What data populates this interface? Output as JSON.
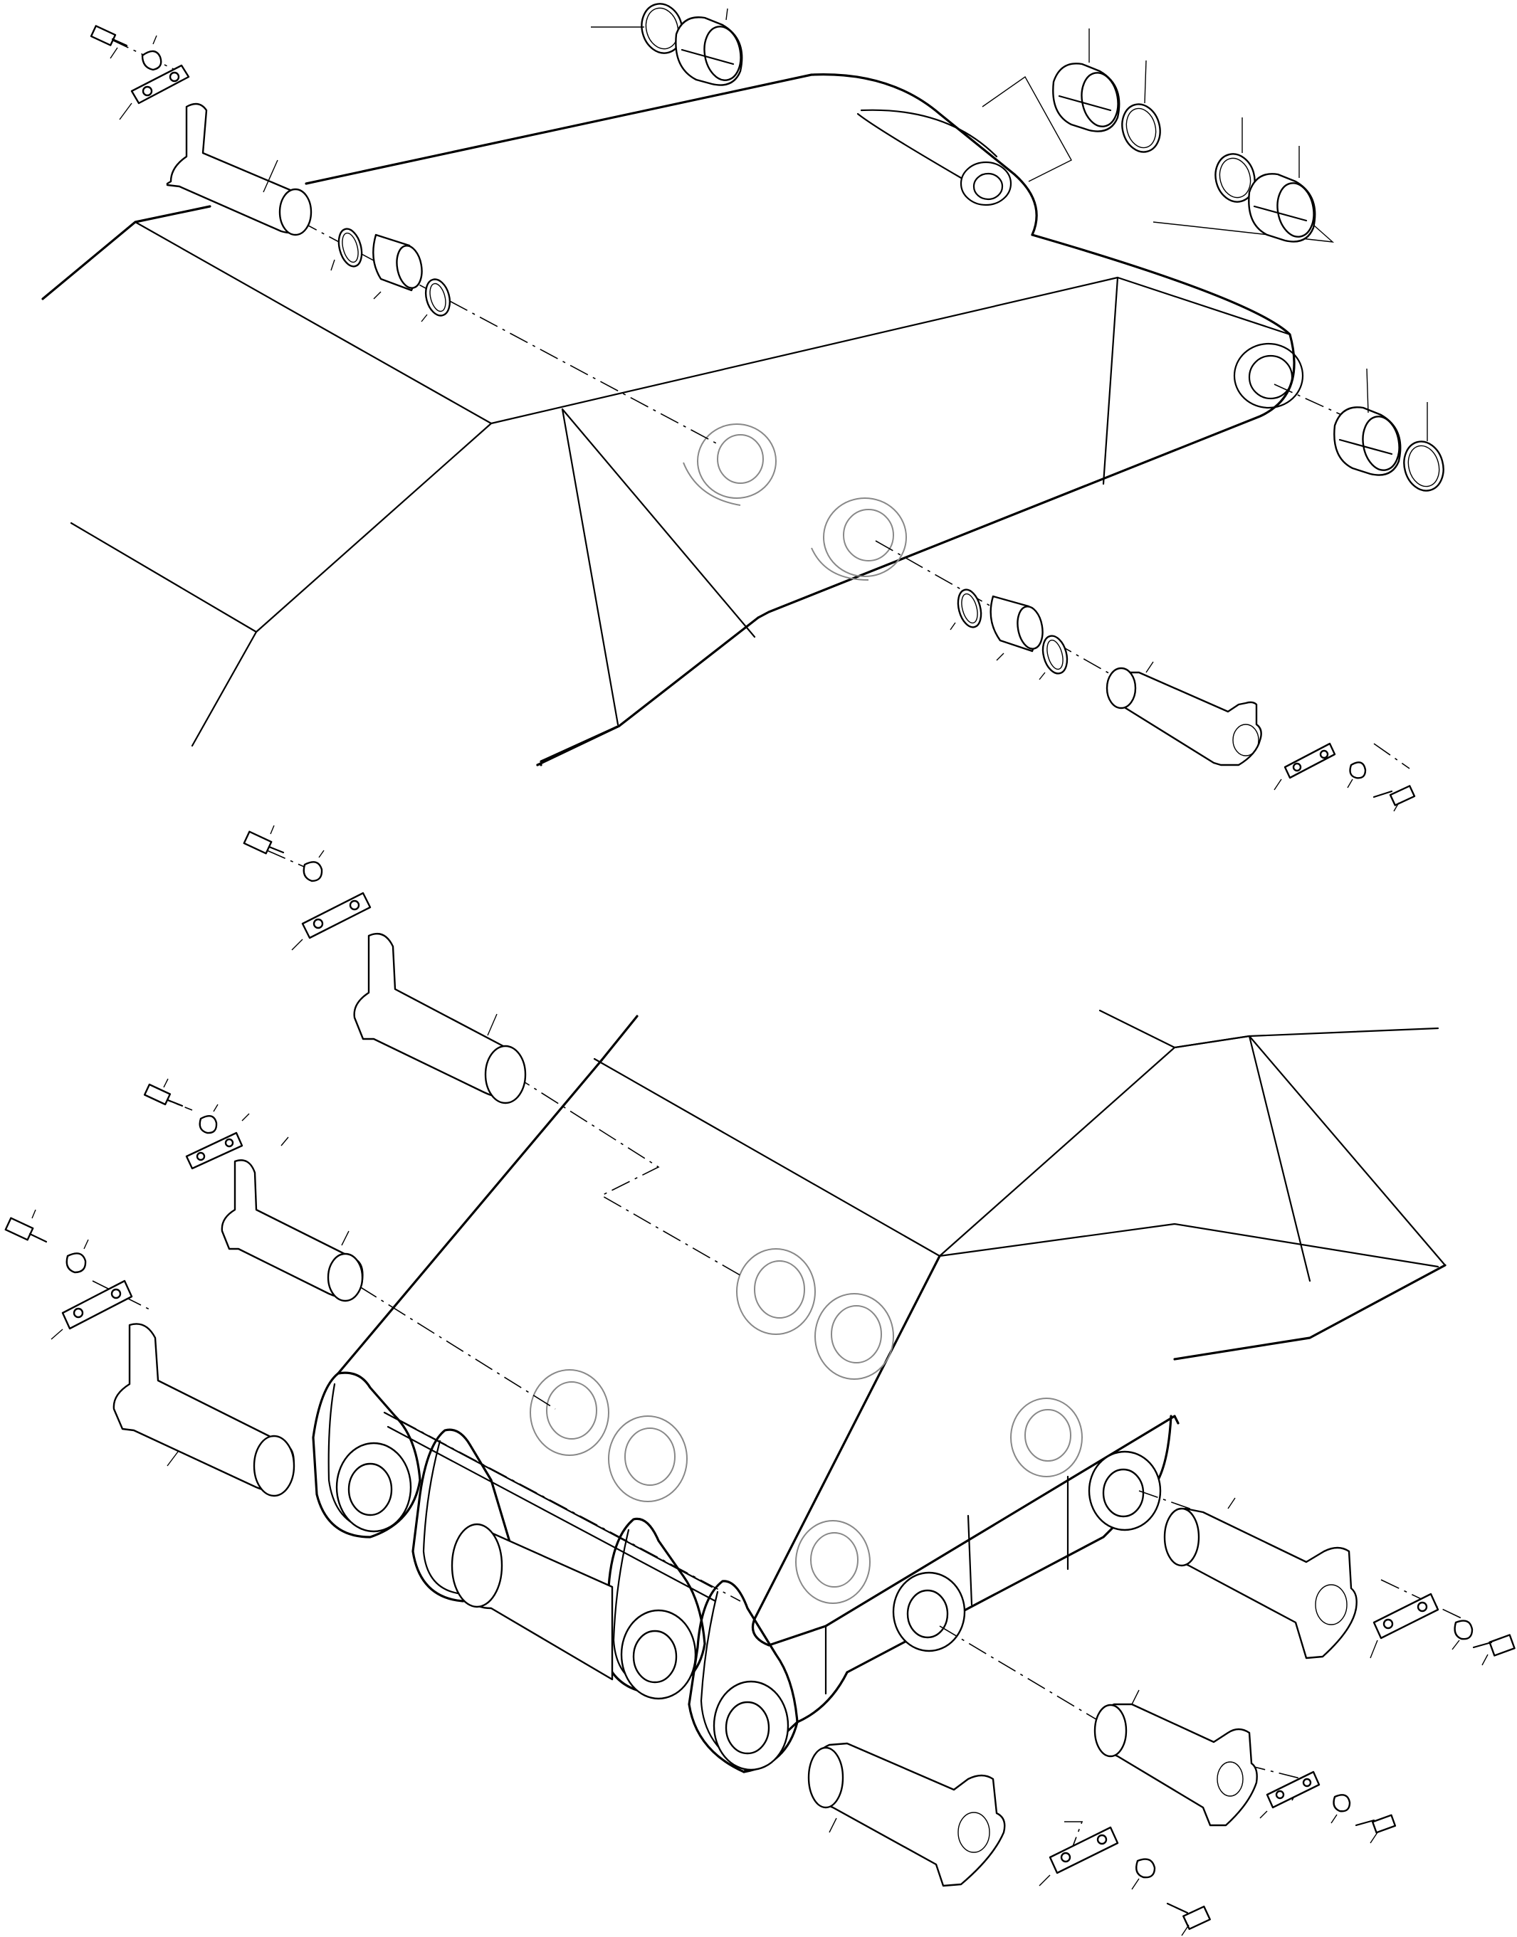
{
  "diagram": {
    "kind": "exploded-parts-view",
    "line_color": "#000000",
    "background": "#ffffff",
    "top_assembly": {
      "name": "boom-top-end",
      "parts": [
        "pin",
        "bushing",
        "seal-ring",
        "lock-plate",
        "lock-washer",
        "bolt"
      ]
    },
    "bottom_assembly": {
      "name": "boom-foot-end",
      "parts": [
        "pin",
        "lock-plate",
        "lock-washer",
        "bolt"
      ]
    },
    "icons": {
      "pin": "pin-icon",
      "bushing": "bushing-icon",
      "seal": "seal-ring-icon",
      "plate": "lock-plate-icon",
      "washer": "lock-washer-icon",
      "bolt": "bolt-icon"
    }
  }
}
